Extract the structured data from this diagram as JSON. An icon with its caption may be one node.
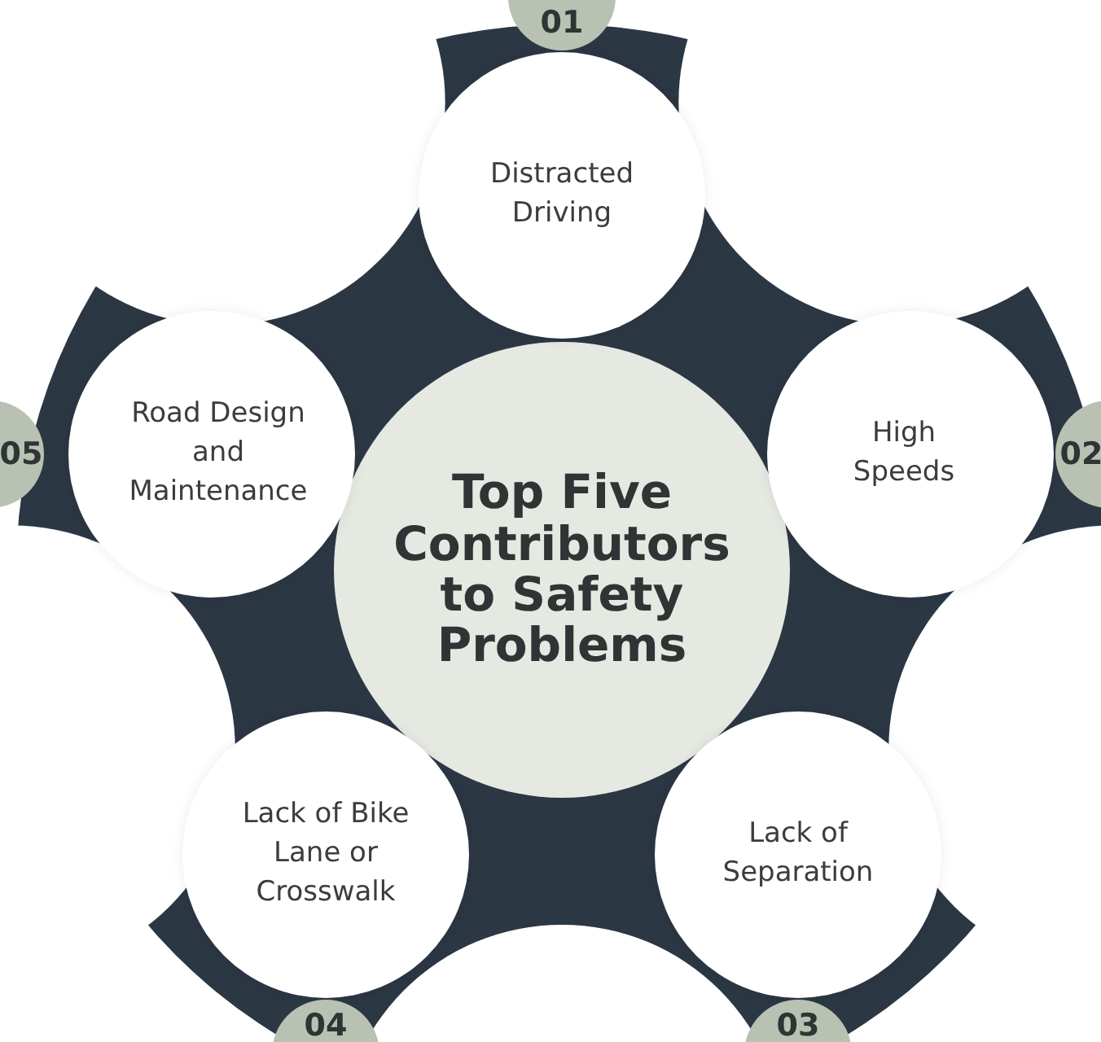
{
  "diagram": {
    "nodes": [
      {
        "text": [
          "Top Five Contributors to Safety Problems"
        ]
      },
      {
        "text": [
          "Distracted Driving"
        ]
      },
      {
        "text": [
          "High Speeds"
        ]
      },
      {
        "text": [
          "Lack of Separation"
        ]
      },
      {
        "text": [
          "Lack of Bike Lane or Crosswalk"
        ]
      },
      {
        "text": [
          "Road Design and Maintenance"
        ]
      },
      {
        "text": [
          "01"
        ]
      },
      {
        "text": [
          "02"
        ]
      },
      {
        "text": [
          "03"
        ]
      },
      {
        "text": [
          "04"
        ]
      },
      {
        "text": [
          "05"
        ]
      }
    ]
  }
}
